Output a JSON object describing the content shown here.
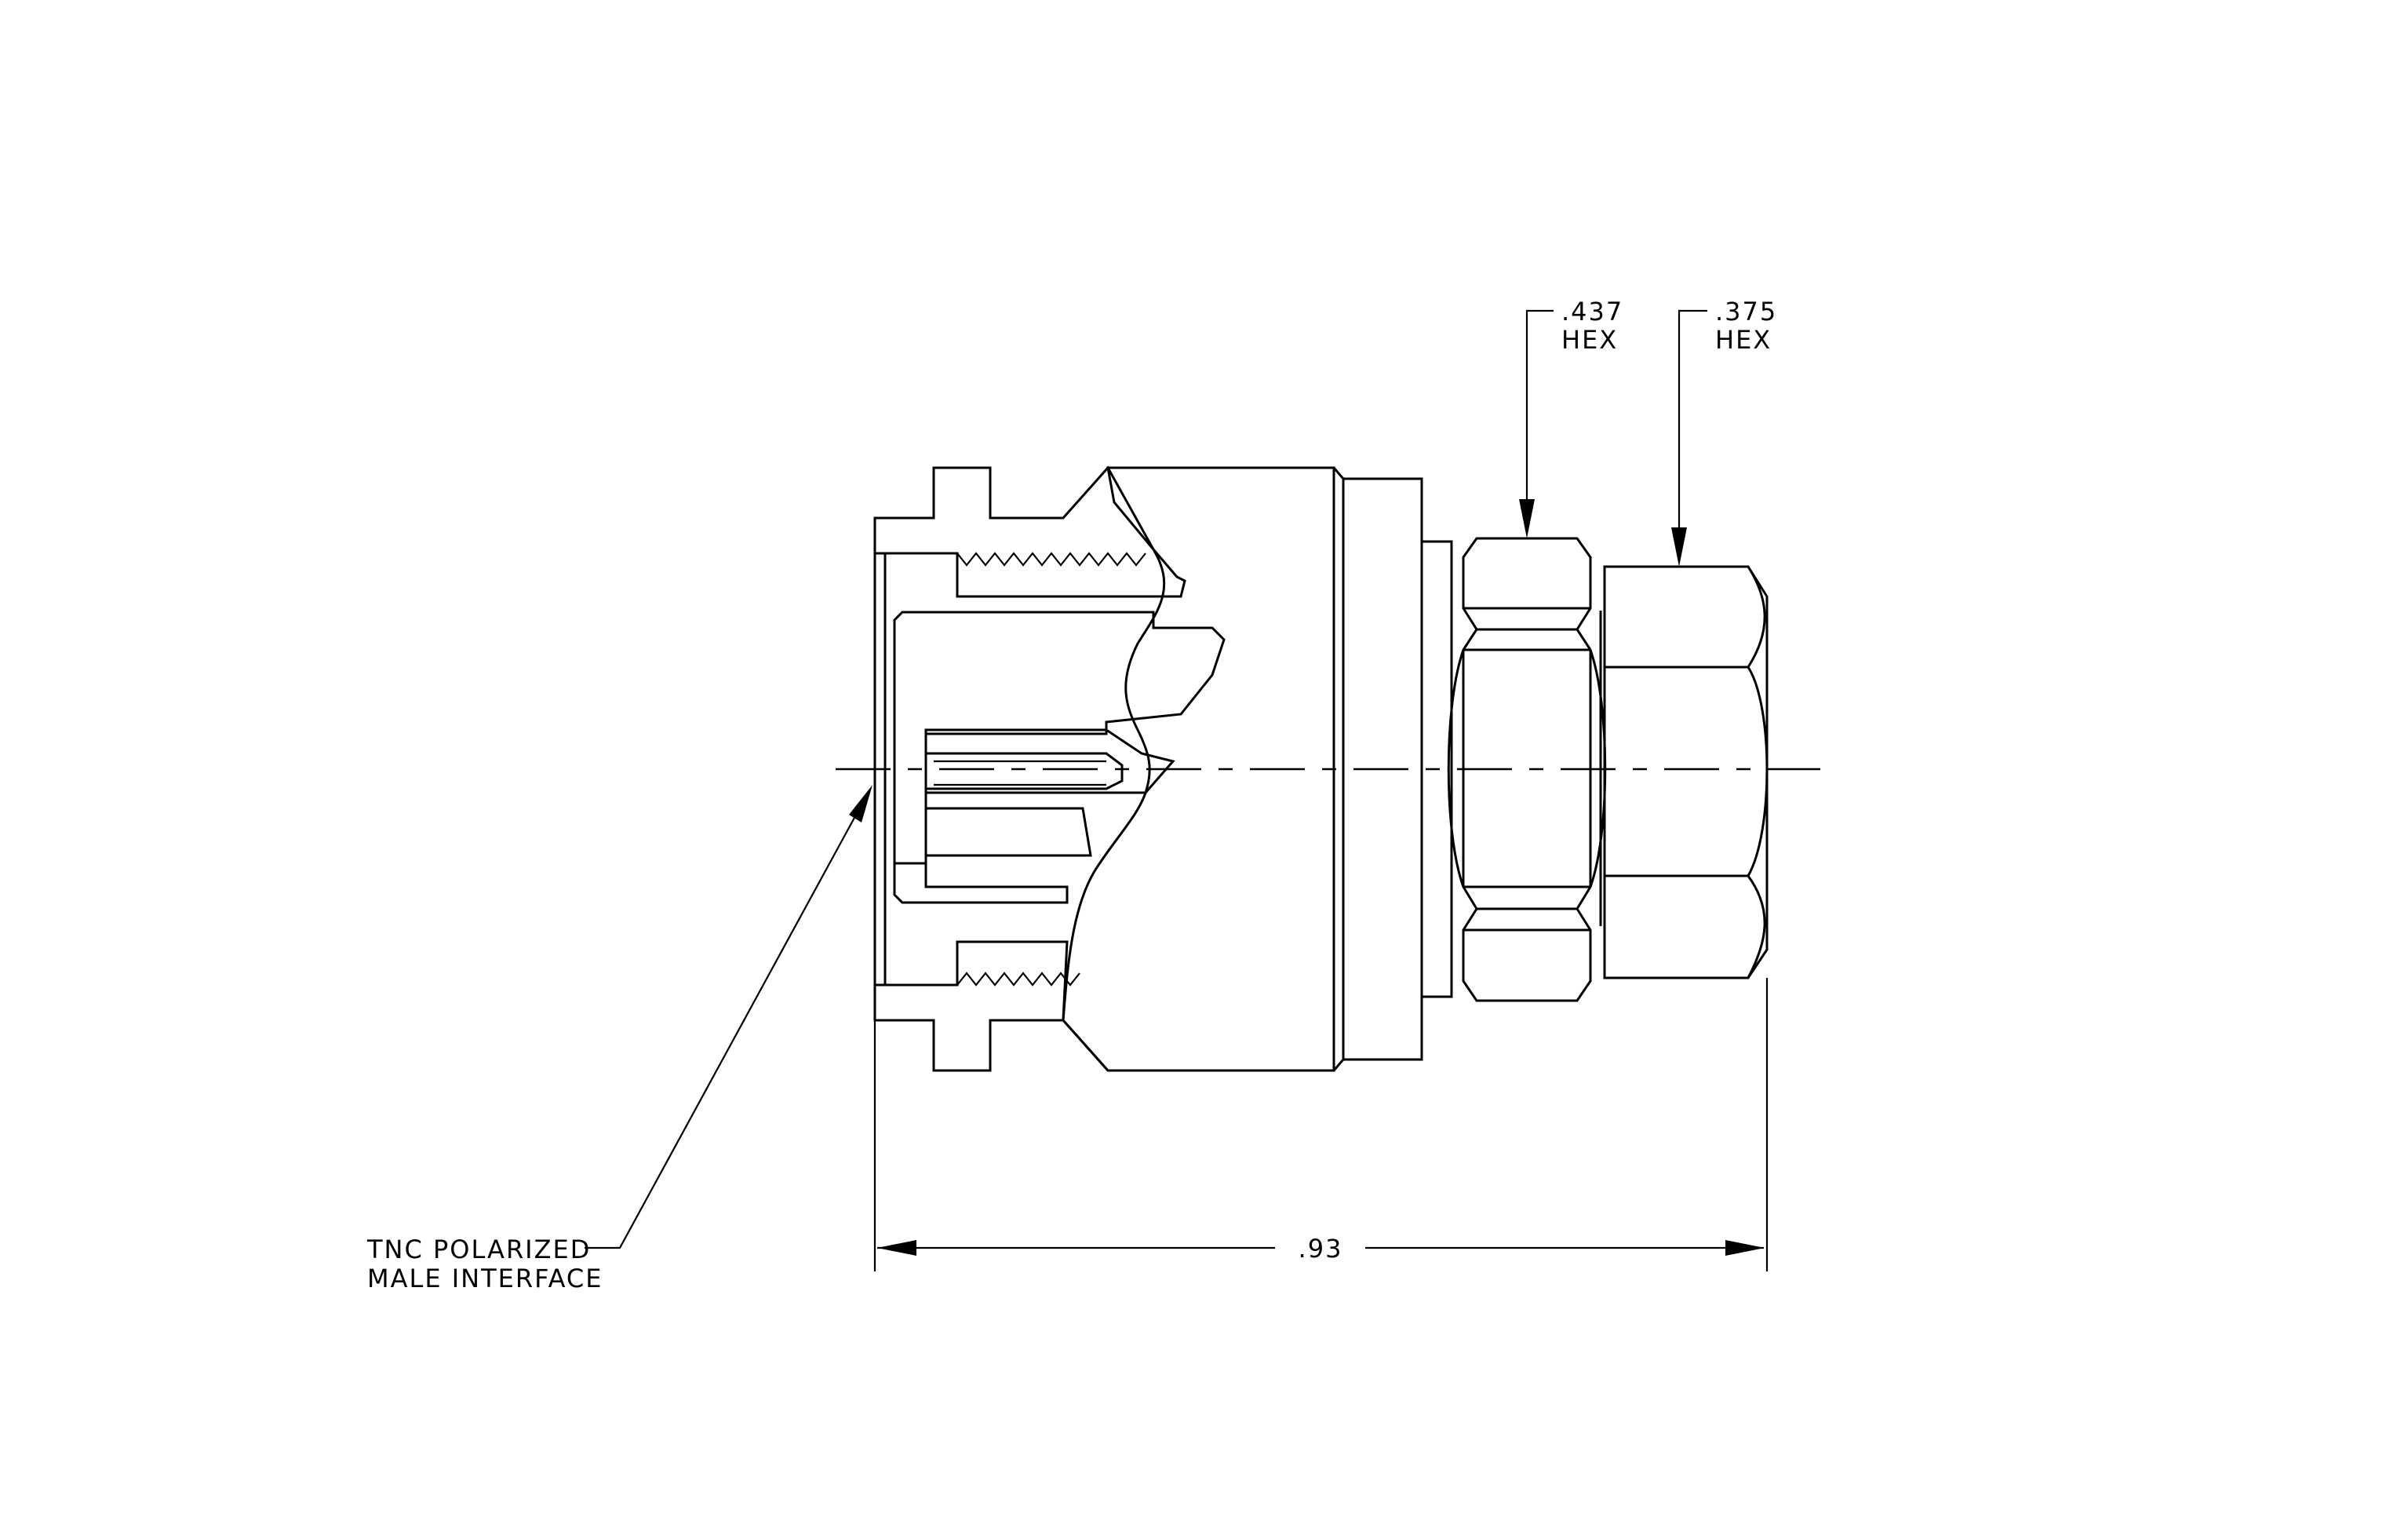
{
  "drawing": {
    "callouts": {
      "hex_large": {
        "size": ".437",
        "label": "HEX"
      },
      "hex_small": {
        "size": ".375",
        "label": "HEX"
      },
      "interface": {
        "line1": "TNC POLARIZED",
        "line2": "MALE INTERFACE"
      }
    },
    "dimensions": {
      "overall_length": ".93"
    }
  }
}
